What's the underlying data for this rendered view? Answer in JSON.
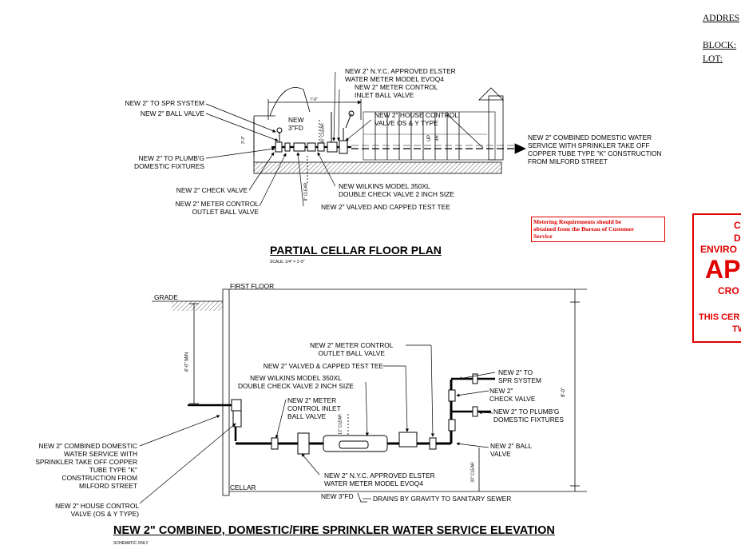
{
  "header": {
    "address_label": "ADDRES",
    "block_label": "BLOCK:",
    "lot_label": "LOT:"
  },
  "red_note": "Metering Requirements should be\nobtained from the Bureau of Customer\nService",
  "stamp": {
    "line1": "C",
    "line2": "D",
    "line3": "ENVIRO",
    "line4": "AP",
    "line5": "CRO",
    "line6": "THIS CER",
    "line7": "TW"
  },
  "plan": {
    "title": "PARTIAL CELLAR FLOOR PLAN",
    "scale": "SCALE: 1/4\" = 1'-0\"",
    "labels": {
      "to_spr": "NEW 2\" TO SPR SYSTEM",
      "ball_valve": "NEW 2\" BALL VALVE",
      "to_plumbg": "NEW 2\" TO PLUMB'G\nDOMESTIC FIXTURES",
      "check_valve": "NEW 2\" CHECK VALVE",
      "meter_outlet": "NEW 2\" METER CONTROL\nOUTLET BALL VALVE",
      "fd": "NEW\n3\"FD",
      "meter": "NEW 2\" N.Y.C. APPROVED ELSTER\nWATER METER MODEL EVOQ4",
      "meter_inlet": "NEW 2\" METER CONTROL\nINLET BALL VALVE",
      "house_control": "NEW 2\" HOUSE CONTROL\nVALVE OS & Y TYPE",
      "combined_service": "NEW 2\" COMBINED DOMESTIC WATER\nSERVICE WITH SPRINKLER TAKE OFF\nCOPPER TUBE TYPE \"K\" CONSTRUCTION\nFROM MILFORD STREET",
      "wilkins": "NEW WILKINS MODEL 350XL\nDOUBLE CHECK VALVE 2 INCH SIZE",
      "test_tee": "NEW 2\" VALVED AND CAPPED TEST TEE",
      "dim_width": "7'-0\"",
      "dim_depth": "3'-3\"",
      "clear_36": "36\" CLEAR",
      "clear_8": "8\" CLEAR",
      "up_mark": "UP",
      "r3_mark": "3R"
    }
  },
  "elevation": {
    "title": "NEW 2\" COMBINED, DOMESTIC/FIRE SPRINKLER WATER SERVICE ELEVATION",
    "subtitle": "SCHEMATIC ONLY",
    "labels": {
      "grade": "GRADE",
      "first_floor": "FIRST FLOOR",
      "cellar": "CELLAR",
      "min_depth": "4'-0\" MIN",
      "height": "8'-0\"",
      "clear_12": "12\" CLEAR",
      "clear_30": "30\" CLEAR",
      "meter_outlet": "NEW 2\" METER CONTROL\nOUTLET BALL VALVE",
      "test_tee": "NEW 2\" VALVED & CAPPED TEST TEE",
      "wilkins": "NEW WILKINS MODEL 350XL\nDOUBLE CHECK VALVE 2 INCH SIZE",
      "meter_inlet": "NEW 2\" METER\nCONTROL INLET\nBALL VALVE",
      "to_spr": "NEW 2\" TO\nSPR SYSTEM",
      "check_valve": "NEW 2\"\nCHECK VALVE",
      "to_plumbg": "NEW 2\" TO PLUMB'G\nDOMESTIC FIXTURES",
      "ball_valve": "NEW 2\" BALL\nVALVE",
      "combined_service": "NEW 2\" COMBINED DOMESTIC\nWATER SERVICE WITH\nSPRINKLER TAKE OFF COPPER\nTUBE TYPE \"K\"\nCONSTRUCTION FROM\nMILFORD STREET",
      "meter": "NEW 2\" N.Y.C. APPROVED ELSTER\nWATER METER MODEL EVOQ4",
      "house_control": "NEW 2\" HOUSE CONTROL\nVALVE (OS & Y TYPE)",
      "fd": "NEW 3\"FD",
      "drains": "DRAINS BY GRAVITY TO SANITARY SEWER"
    }
  },
  "colors": {
    "stamp_red": "#e00000",
    "line": "#000000"
  }
}
